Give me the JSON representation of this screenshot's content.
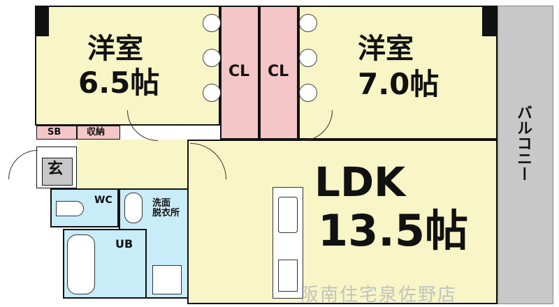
{
  "rooms": {
    "western_a": {
      "name": "洋室",
      "size": "6.5帖"
    },
    "western_b": {
      "name": "洋室",
      "size": "7.0帖"
    },
    "closet_a": "CL",
    "closet_b": "CL",
    "ldk": {
      "name": "LDK",
      "size": "13.5帖"
    },
    "balcony": "バルコニー",
    "shoebox": "SB",
    "storage": "収納",
    "entrance": "玄",
    "toilet": "WC",
    "washroom": "洗面\n脱衣所",
    "bath": "UB"
  },
  "watermark": "阪南住宅泉佐野店",
  "colors": {
    "room_fill": "#f8f5c6",
    "closet_fill": "#f5c6c8",
    "wet_fill": "#c8ecf8",
    "balcony_fill": "#c8c8c8",
    "entrance_fill": "#c8c8c8",
    "wall": "#111111"
  }
}
